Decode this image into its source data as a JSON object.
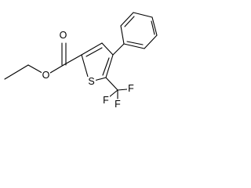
{
  "molecule": {
    "atoms": {
      "o_carbonyl": "O",
      "o_ester": "O",
      "s_ring": "S",
      "f_1": "F",
      "f_2": "F",
      "f_3": "F"
    }
  }
}
